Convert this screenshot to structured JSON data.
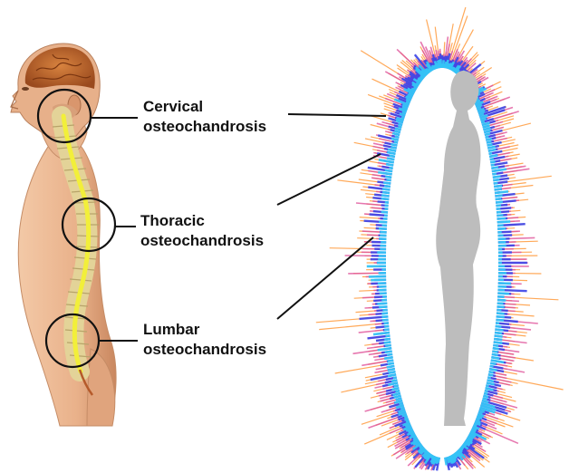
{
  "labels": [
    {
      "id": "cervical",
      "line1": "Cervical",
      "line2": "osteochandrosis"
    },
    {
      "id": "thoracic",
      "line1": "Thoracic",
      "line2": "osteochandrosis"
    },
    {
      "id": "lumbar",
      "line1": "Lumbar",
      "line2": "osteochandrosis"
    }
  ],
  "colors": {
    "skin": "#e9b690",
    "skin_dark": "#c98a63",
    "spine": "#e6d9a0",
    "spinal_cord": "#f2ef3a",
    "aura_outer": "#ff9a3c",
    "aura_pink": "#e0559b",
    "aura_blue": "#3b44e8",
    "aura_cyan": "#35c4f5",
    "silhouette": "#bdbdbd",
    "pointer_line": "#000000"
  }
}
